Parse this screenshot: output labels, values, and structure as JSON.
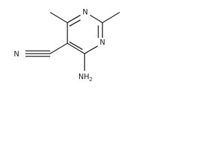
{
  "molecule": {
    "atoms": {
      "n1": "N",
      "n3": "N",
      "nitrile_n": "N",
      "amino_n": "NH",
      "amino_sub": "2"
    }
  }
}
